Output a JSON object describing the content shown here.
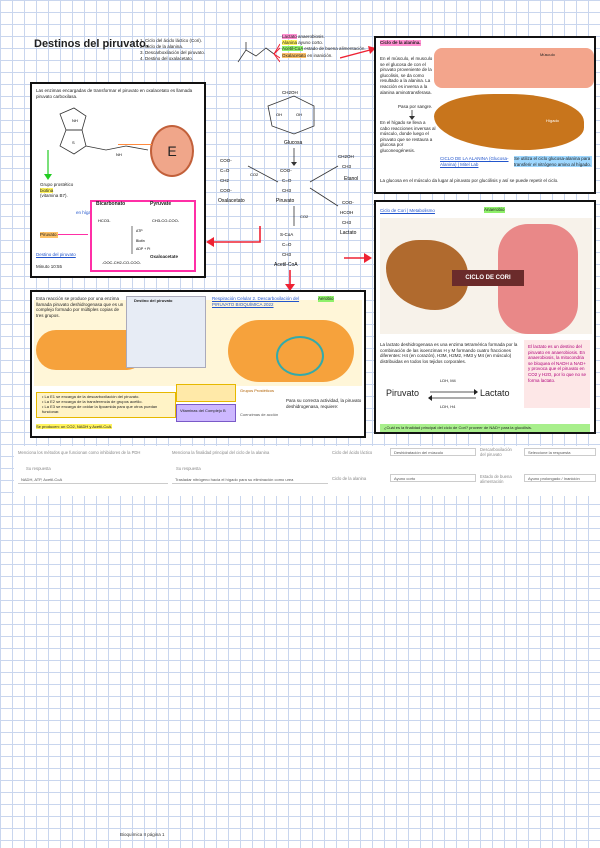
{
  "title": "Destinos del piruvato.",
  "outline": [
    "1. Ciclo del ácido láctico (Cori).",
    "2. Ciclo de la alanina.",
    "3. Descarboxilación del piruvato.",
    "4. Destino del oxalacetato."
  ],
  "products": [
    {
      "name": "Lactato",
      "desc": "anaerobiosis."
    },
    {
      "name": "Alanina",
      "desc": "ayuno corto."
    },
    {
      "name": "Acetil-CoA",
      "desc": "estado de buena alimentación."
    },
    {
      "name": "Oxalacetato",
      "desc": "en inanición."
    }
  ],
  "box1": {
    "intro": "Las enzimas encargadas de transformar el piruvato en oxalacetato es llamada piruvato carboxilasa.",
    "enzyme": "E",
    "grupo": "Grupo prostético",
    "biotina": "biotina",
    "vitamina": "(vitamina B7).",
    "atp": "en hígado.",
    "piruvato": "Piruvato.",
    "destino": "Destino del piruvato",
    "minuto": "Minuto 10:55",
    "bicarb": "Bicarbonato",
    "pyr": "Pyruvate",
    "oxal": "Oxaloacetate",
    "atp2": "ATP",
    "adp": "ADP + Pi",
    "biotin": "Biotin"
  },
  "center": {
    "glucosa": "Glucosa",
    "piruvato": "Piruvato",
    "oxalacetato": "Oxalacetato",
    "acetil": "Acetil-CoA",
    "lactato": "Lactato",
    "etanol": "Etanol"
  },
  "box2": {
    "header": "Ciclo de la alanina.",
    "p1": "En el músculo, el musculo se el glucosa de con el piruvato proveniente de la glucolisis, se da como resultado a la alanina. La reacción es inversa a la alanina aminotransferasa.",
    "p2": "Pasa por sangre.",
    "p3": "En el hígado se lleva a cabo reacciones inversas al músculo, donde luego el piruvato que se restaura a glucosa por gluconeogénesis.",
    "link": "CICLO DE LA ALANINA (Glucosa-Alanina) | Mitel Lab",
    "side": "Se utiliza el ciclo glucosa-alanina para transferir el nitrógeno amino al hígado.",
    "bottom": "La glucosa en el músculo da lugar al piruvato por glucólisis y así se puede repetir el ciclo.",
    "musculo": "Músculo",
    "higado": "Hígado"
  },
  "box3": {
    "link": "Ciclo de Cori | Metabolismo",
    "tag": "Anaerobio",
    "label": "CICLO DE CORI",
    "p1": "La lactato deshidrogenasa es una enzima tetramérica formada por la combinación de las isoenzimas H y M formando cuatro fracciones diferentes: H4 (en corazón), H3M, H2M2, HM3 y M4 (en músculo) distribuidas en todos los tejidos corporales.",
    "piruvato": "Piruvato",
    "lactato": "Lactato",
    "eq_top": "LDH, M4",
    "eq_bot": "LDH, H4",
    "side": "El lactato es un destino del piruvato en anaerobiosis. En anaerobiosis, la mitocondria se bloquea el NADH a NAD+ y provoca que el piruvato en CO2 y H2O, por lo que no se forma lactato.",
    "question": "¿Cuál es la finalidad principal del ciclo de Cori? proveer de NAD+ para la glucólisis."
  },
  "box4": {
    "intro": "Esta reacción se produce por una enzima llamada piruvato deshidrogenasa que es un complejo formado por múltiples copias de tres grupos.",
    "link": "Respiración Celular 2. Descarboxilación del PIRUVATO BIOQUÍMICA 2022",
    "tag": "Aerobio",
    "b1": "La E1 se encarga de la descarboxilación del piruvato.",
    "b2": "La E2 se encarga de la transferencia de grupos acetilo.",
    "b3": "La E3 se encarga de oxidar la lipoamida para que otros puedan funcionar.",
    "products": "Se producen: un CO2, NADH y Acetil-CoA.",
    "grupos": "Grupos Prostéticos",
    "coenz": "Coenzimas de acción",
    "side": "Para su correcta actividad, la piruvato deshidrogenasa, requiere:",
    "vit": "Vitaminas del Complejo B",
    "mid_title": "Destino del piruvato"
  },
  "form": {
    "q1_label": "Menciona los métodos que funcionan como inhibidores de la PDH",
    "q1_hint": "Su respuesta",
    "q1_answer": "NADH, ATP, Acetil-CoA",
    "q2_label": "Menciona la finalidad principal del ciclo de la alanina",
    "q2_hint": "Su respuesta",
    "q2_answer": "Trasladar nitrógeno hacia el hígado para su eliminación como urea",
    "r1_a": "Ciclo del ácido láctico",
    "r1_b": "Deshidratación del músculo",
    "r1_c": "Descarboxilación del piruvato",
    "r1_d": "Seleccione la respuesta",
    "r2_a": "Ciclo de la alanina",
    "r2_b": "Ayuno corto",
    "r2_c": "Estado de buena alimentación",
    "r2_d": "Ayuno prolongado / Inanición"
  },
  "footer": "Bioquímica II página 1"
}
